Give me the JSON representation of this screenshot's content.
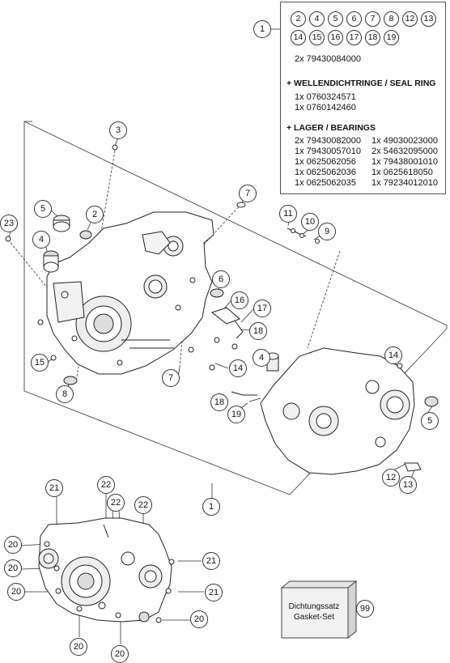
{
  "parts_box": {
    "circles_row1": [
      "2",
      "4",
      "5",
      "6",
      "7",
      "8",
      "12",
      "13"
    ],
    "circles_row2": [
      "14",
      "15",
      "16",
      "17",
      "18",
      "19"
    ],
    "qty_line": "2x 79430084000",
    "section1_title": "+ WELLENDICHTRINGE /  SEAL RING",
    "section1_items": [
      "1x 0760324571",
      "1x 0760142460"
    ],
    "section2_title": "+ LAGER / BEARINGS",
    "section2_left": [
      "2x 79430082000",
      "1x 79430057010",
      "1x 0625062056",
      "1x 0625062036",
      "1x 0625062035"
    ],
    "section2_right": [
      "1x 49030023000",
      "2x 54632095000",
      "1x 79438001010",
      "1x 0625618050",
      "1x 79234012010"
    ]
  },
  "callouts": {
    "c1_box": "1",
    "c3": "3",
    "c7a": "7",
    "c5a": "5",
    "c2": "2",
    "c23": "23",
    "c4a": "4",
    "c11": "11",
    "c10": "10",
    "c9": "9",
    "c6": "6",
    "c16": "16",
    "c17": "17",
    "c18a": "18",
    "c15": "15",
    "c7b": "7",
    "c14a": "14",
    "c4b": "4",
    "c8": "8",
    "c14b": "14",
    "c18b": "18",
    "c19": "19",
    "c5b": "5",
    "c12": "12",
    "c13": "13",
    "c1_bottom": "1",
    "c21a": "21",
    "c22a": "22",
    "c22b": "22",
    "c22c": "22",
    "c20a": "20",
    "c20b": "20",
    "c20c": "20",
    "c21b": "21",
    "c21c": "21",
    "c20d": "20",
    "c20e": "20",
    "c20f": "20",
    "c99": "99"
  },
  "gasket_kit": {
    "line1": "Dichtungssatz",
    "line2": "Gasket-Set"
  }
}
